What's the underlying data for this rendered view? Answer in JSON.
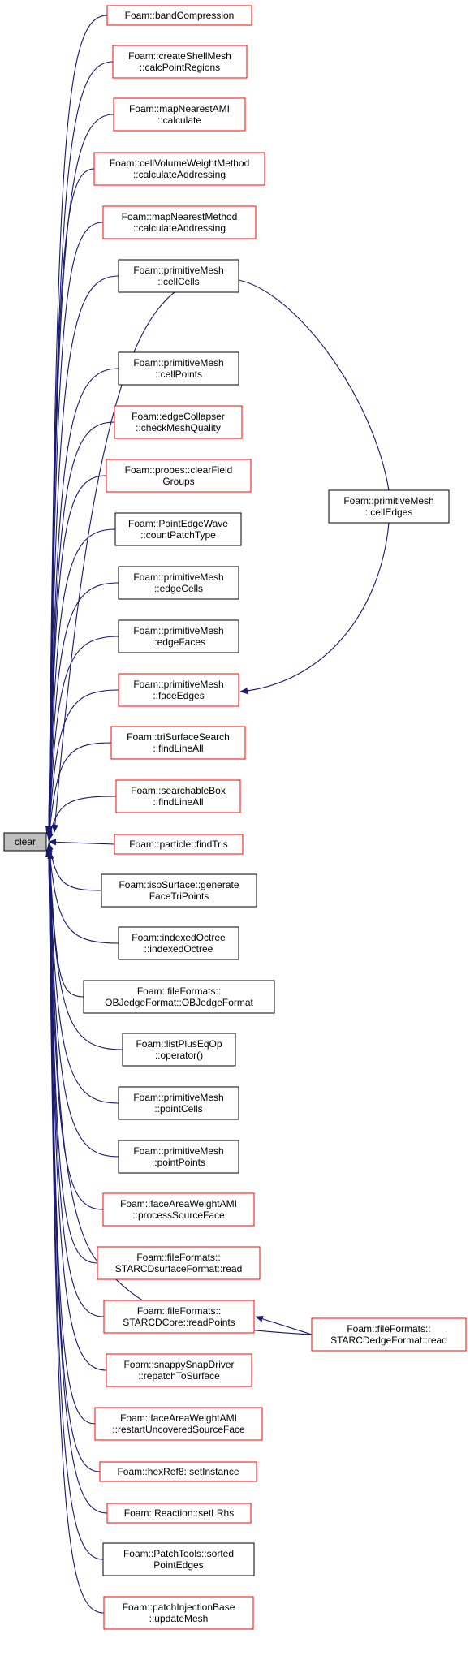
{
  "focus_node": {
    "label": "clear",
    "fill": "#bfbfbf",
    "border": "#000000"
  },
  "colors": {
    "edge": "#191970",
    "documented_border": "#000000",
    "undocumented_border": "#ff0000",
    "node_fill": "#ffffff"
  },
  "nodes": [
    {
      "id": "n1",
      "lines": [
        "Foam::bandCompression"
      ],
      "border": "red"
    },
    {
      "id": "n2",
      "lines": [
        "Foam::createShellMesh",
        "::calcPointRegions"
      ],
      "border": "red"
    },
    {
      "id": "n3",
      "lines": [
        "Foam::mapNearestAMI",
        "::calculate"
      ],
      "border": "red"
    },
    {
      "id": "n4",
      "lines": [
        "Foam::cellVolumeWeightMethod",
        "::calculateAddressing"
      ],
      "border": "red"
    },
    {
      "id": "n5",
      "lines": [
        "Foam::mapNearestMethod",
        "::calculateAddressing"
      ],
      "border": "red"
    },
    {
      "id": "n6",
      "lines": [
        "Foam::primitiveMesh",
        "::cellCells"
      ],
      "border": "black"
    },
    {
      "id": "n7",
      "lines": [
        "Foam::primitiveMesh",
        "::cellPoints"
      ],
      "border": "black"
    },
    {
      "id": "n8",
      "lines": [
        "Foam::edgeCollapser",
        "::checkMeshQuality"
      ],
      "border": "red"
    },
    {
      "id": "n9",
      "lines": [
        "Foam::probes::clearField",
        "Groups"
      ],
      "border": "red"
    },
    {
      "id": "n10",
      "lines": [
        "Foam::PointEdgeWave",
        "::countPatchType"
      ],
      "border": "black"
    },
    {
      "id": "n11",
      "lines": [
        "Foam::primitiveMesh",
        "::edgeCells"
      ],
      "border": "black"
    },
    {
      "id": "n12",
      "lines": [
        "Foam::primitiveMesh",
        "::edgeFaces"
      ],
      "border": "black"
    },
    {
      "id": "n13",
      "lines": [
        "Foam::primitiveMesh",
        "::faceEdges"
      ],
      "border": "red"
    },
    {
      "id": "n14",
      "lines": [
        "Foam::triSurfaceSearch",
        "::findLineAll"
      ],
      "border": "red"
    },
    {
      "id": "n15",
      "lines": [
        "Foam::searchableBox",
        "::findLineAll"
      ],
      "border": "red"
    },
    {
      "id": "n16",
      "lines": [
        "Foam::particle::findTris"
      ],
      "border": "red"
    },
    {
      "id": "n17",
      "lines": [
        "Foam::isoSurface::generate",
        "FaceTriPoints"
      ],
      "border": "black"
    },
    {
      "id": "n18",
      "lines": [
        "Foam::indexedOctree",
        "::indexedOctree"
      ],
      "border": "black"
    },
    {
      "id": "n19",
      "lines": [
        "Foam::fileFormats::",
        "OBJedgeFormat::OBJedgeFormat"
      ],
      "border": "black"
    },
    {
      "id": "n20",
      "lines": [
        "Foam::listPlusEqOp",
        "::operator()"
      ],
      "border": "black"
    },
    {
      "id": "n21",
      "lines": [
        "Foam::primitiveMesh",
        "::pointCells"
      ],
      "border": "black"
    },
    {
      "id": "n22",
      "lines": [
        "Foam::primitiveMesh",
        "::pointPoints"
      ],
      "border": "black"
    },
    {
      "id": "n23",
      "lines": [
        "Foam::faceAreaWeightAMI",
        "::processSourceFace"
      ],
      "border": "red"
    },
    {
      "id": "n24",
      "lines": [
        "Foam::fileFormats::",
        "STARCDsurfaceFormat::read"
      ],
      "border": "red"
    },
    {
      "id": "n25",
      "lines": [
        "Foam::fileFormats::",
        "STARCDCore::readPoints"
      ],
      "border": "red"
    },
    {
      "id": "n26",
      "lines": [
        "Foam::snappySnapDriver",
        "::repatchToSurface"
      ],
      "border": "red"
    },
    {
      "id": "n27",
      "lines": [
        "Foam::faceAreaWeightAMI",
        "::restartUncoveredSourceFace"
      ],
      "border": "red"
    },
    {
      "id": "n28",
      "lines": [
        "Foam::hexRef8::setInstance"
      ],
      "border": "red"
    },
    {
      "id": "n29",
      "lines": [
        "Foam::Reaction::setLRhs"
      ],
      "border": "red"
    },
    {
      "id": "n30",
      "lines": [
        "Foam::PatchTools::sorted",
        "PointEdges"
      ],
      "border": "black"
    },
    {
      "id": "n31",
      "lines": [
        "Foam::patchInjectionBase",
        "::updateMesh"
      ],
      "border": "red"
    },
    {
      "id": "n32",
      "lines": [
        "Foam::primitiveMesh",
        "::cellEdges"
      ],
      "border": "black"
    },
    {
      "id": "n33",
      "lines": [
        "Foam::fileFormats::",
        "STARCDedgeFormat::read"
      ],
      "border": "red"
    }
  ]
}
